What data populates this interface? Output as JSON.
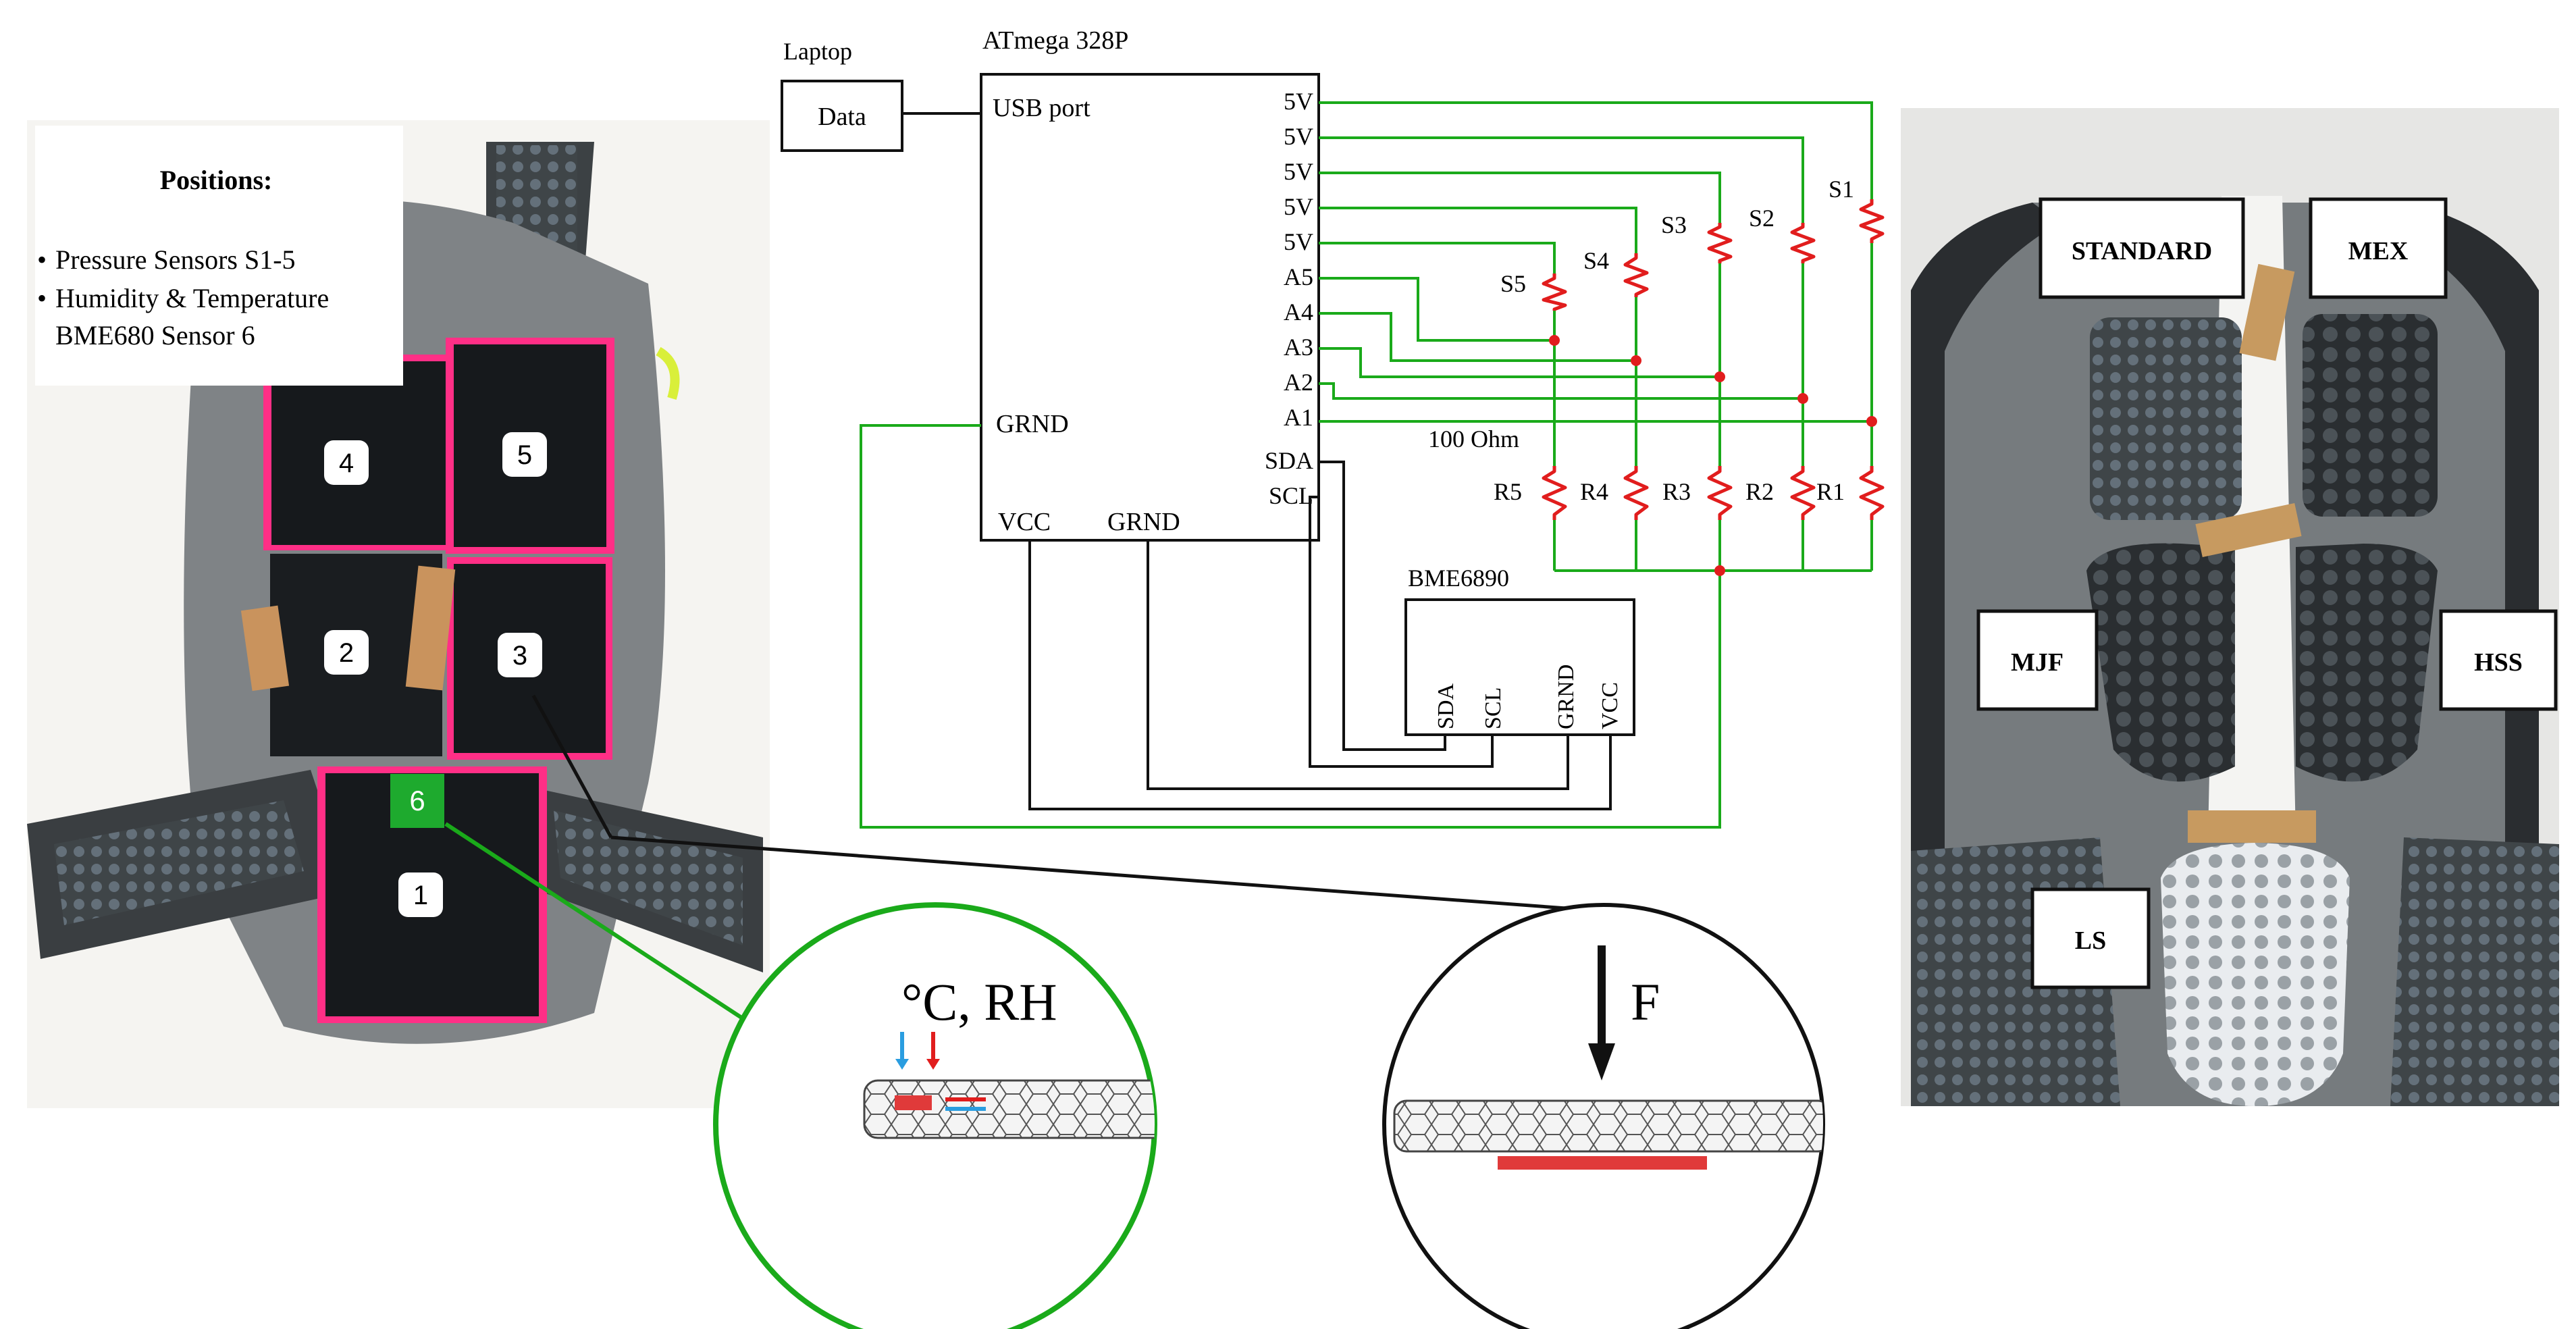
{
  "left_panel": {
    "legend": {
      "title": "Positions:",
      "items": [
        "Pressure Sensors S1-5",
        "Humidity & Temperature",
        "BME680 Sensor 6"
      ]
    },
    "sensor_labels": [
      "1",
      "2",
      "3",
      "4",
      "5",
      "6"
    ]
  },
  "circuit": {
    "laptop_label": "Laptop",
    "data_box_label": "Data",
    "mcu_title": "ATmega 328P",
    "usb_port_label": "USB port",
    "pins_right": [
      "5V",
      "5V",
      "5V",
      "5V",
      "5V",
      "A5",
      "A4",
      "A3",
      "A2",
      "A1",
      "SDA",
      "SCL"
    ],
    "grnd_left": "GRND",
    "vcc_bottom": "VCC",
    "grnd_bottom": "GRND",
    "pressure_sensors": [
      "S1",
      "S2",
      "S3",
      "S4",
      "S5"
    ],
    "resistors": [
      "R1",
      "R2",
      "R3",
      "R4",
      "R5"
    ],
    "resistor_value": "100 Ohm",
    "bme_title": "BME6890",
    "bme_pins": [
      "SDA",
      "SCL",
      "GRND",
      "VCC"
    ]
  },
  "insets": {
    "temp_label": "°C, RH",
    "force_label": "F"
  },
  "right_panel": {
    "labels": [
      "STANDARD",
      "MEX",
      "MJF",
      "HSS",
      "LS"
    ]
  },
  "colors": {
    "wire_green": "#1aaa1a",
    "resistor_red": "#e11d1d",
    "sensor6_green": "#1eaa2e",
    "tape_pink": "#ff2f86",
    "red_pad": "#e03a3a"
  }
}
